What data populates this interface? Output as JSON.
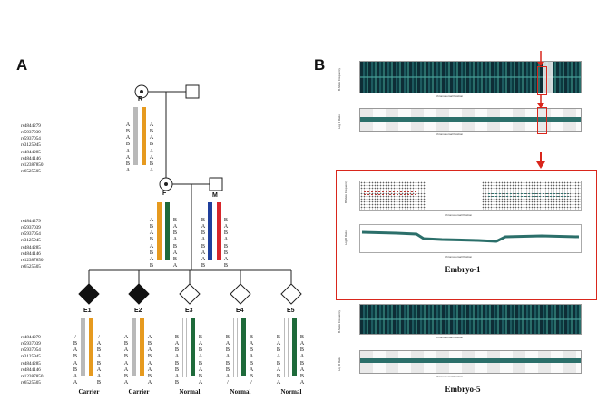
{
  "panel_a": {
    "letter": "A",
    "snps": [
      "rs4844279",
      "rs5937039",
      "rs5937054",
      "rs3125945",
      "rs4844285",
      "rs4844146",
      "rs12387850",
      "rs6525505"
    ],
    "grandmother": {
      "label": "R",
      "hap1": [
        "A",
        "B",
        "A",
        "B",
        "A",
        "A",
        "B",
        "A"
      ],
      "hap2": [
        "A",
        "B",
        "A",
        "B",
        "A",
        "A",
        "B",
        "A"
      ]
    },
    "father": {
      "label": "F",
      "hap1": [
        "A",
        "B",
        "A",
        "B",
        "A",
        "B",
        "A",
        "B"
      ],
      "hap2": [
        "B",
        "A",
        "B",
        "A",
        "B",
        "A",
        "B",
        "A"
      ]
    },
    "mother": {
      "label": "M",
      "hap1": [
        "B",
        "A",
        "B",
        "A",
        "B",
        "A",
        "A",
        "B"
      ],
      "hap2": [
        "B",
        "A",
        "B",
        "A",
        "B",
        "B",
        "A",
        "B"
      ]
    },
    "embryos": [
      {
        "label": "E1",
        "hap1": [
          "/",
          "B",
          "A",
          "B",
          "A",
          "B",
          "A",
          "A"
        ],
        "hap2": [
          "/",
          "A",
          "B",
          "A",
          "B",
          "A",
          "A",
          "B"
        ],
        "status": "Carrier"
      },
      {
        "label": "E2",
        "hap1": [
          "A",
          "B",
          "A",
          "B",
          "A",
          "A",
          "B",
          "A"
        ],
        "hap2": [
          "A",
          "B",
          "A",
          "B",
          "A",
          "A",
          "B",
          "A"
        ],
        "status": "Carrier"
      },
      {
        "label": "E3",
        "hap1": [
          "B",
          "A",
          "B",
          "A",
          "B",
          "B",
          "A",
          "B"
        ],
        "hap2": [
          "B",
          "A",
          "B",
          "A",
          "B",
          "A",
          "B",
          "A"
        ],
        "status": "Normal"
      },
      {
        "label": "E4",
        "hap1": [
          "B",
          "A",
          "B",
          "A",
          "B",
          "B",
          "A",
          "/"
        ],
        "hap2": [
          "B",
          "A",
          "B",
          "A",
          "B",
          "A",
          "B",
          "/"
        ],
        "status": "Normal"
      },
      {
        "label": "E5",
        "hap1": [
          "B",
          "A",
          "B",
          "A",
          "B",
          "A",
          "B",
          "A"
        ],
        "hap2": [
          "B",
          "A",
          "B",
          "A",
          "B",
          "A",
          "B",
          "A"
        ],
        "status": "Normal"
      }
    ]
  },
  "panel_b": {
    "letter": "B",
    "baf_label": "B Allele Frequency",
    "logr_label": "Log R Ratio",
    "x_label": "Chromosomal Position",
    "embryo1_caption": "Embryo-1",
    "embryo5_caption": "Embryo-5"
  },
  "colors": {
    "grey": "#b9b9b9",
    "orange": "#e69a1f",
    "green": "#1e6a3a",
    "blue": "#1f3f9c",
    "red": "#d7262b",
    "highlight": "#d9261c"
  }
}
